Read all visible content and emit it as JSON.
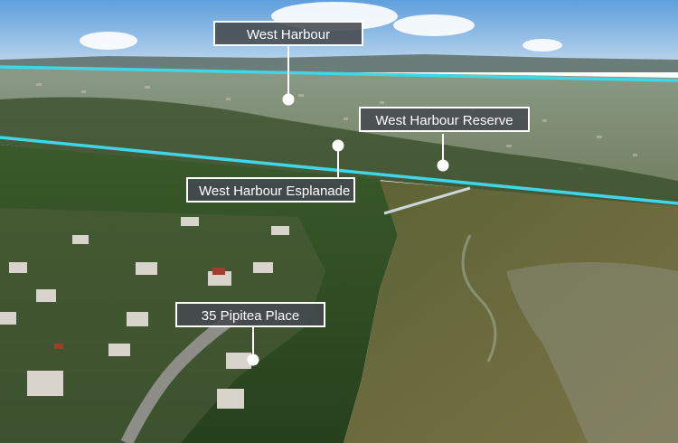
{
  "labels": {
    "west_harbour": "West Harbour",
    "west_harbour_reserve": "West Harbour Reserve",
    "west_harbour_esplanade": "West Harbour Esplanade",
    "pipitea_place": "35 Pipitea Place"
  },
  "colors": {
    "boundary_line": "#3fd6e8",
    "callout_fill": "#464a4e",
    "callout_border": "#ffffff",
    "sky": "#7fb2e0",
    "bush": "#2f4a22",
    "mangrove": "#6a6a3a"
  }
}
